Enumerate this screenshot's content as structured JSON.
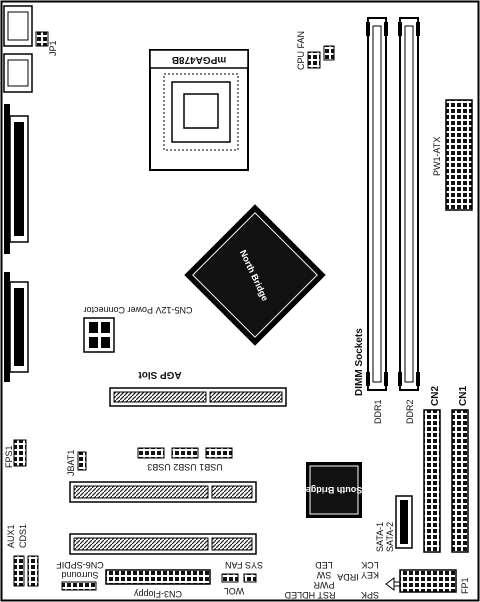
{
  "labels": {
    "jp1": "JP1",
    "socket": "mPGA478B",
    "cpu_fan": "CPU FAN",
    "pw1": "PW1-ATX",
    "north_bridge": "North Bridge",
    "power_connector": "CN5-12V Power Connector",
    "dimm_sockets": "DIMM Sockets",
    "ddr1": "DDR1",
    "ddr2": "DDR2",
    "cn1": "CN1",
    "cn2": "CN2",
    "agp_slot": "AGP Slot",
    "fps1": "FPS1",
    "jbat1": "JBAT1",
    "usb_top": "USB1 USB2 USB3",
    "south_bridge": "South Bridge",
    "sata1": "SATA-1",
    "sata2": "SATA-2",
    "aux1": "AUX1",
    "cds1": "CDS1",
    "spdif": "CN6-SPDIF",
    "surround": "Surround",
    "floppy": "CN3-Floppy",
    "sys_fan": "SYS FAN",
    "wol": "WOL",
    "rst_hdled": "RST HDLED",
    "pwr": "PWR",
    "sw": "SW",
    "led": "LED",
    "irda": "IRDA",
    "spk": "SPK",
    "key": "KEY",
    "lck": "LCK",
    "fp1": "FP1"
  }
}
